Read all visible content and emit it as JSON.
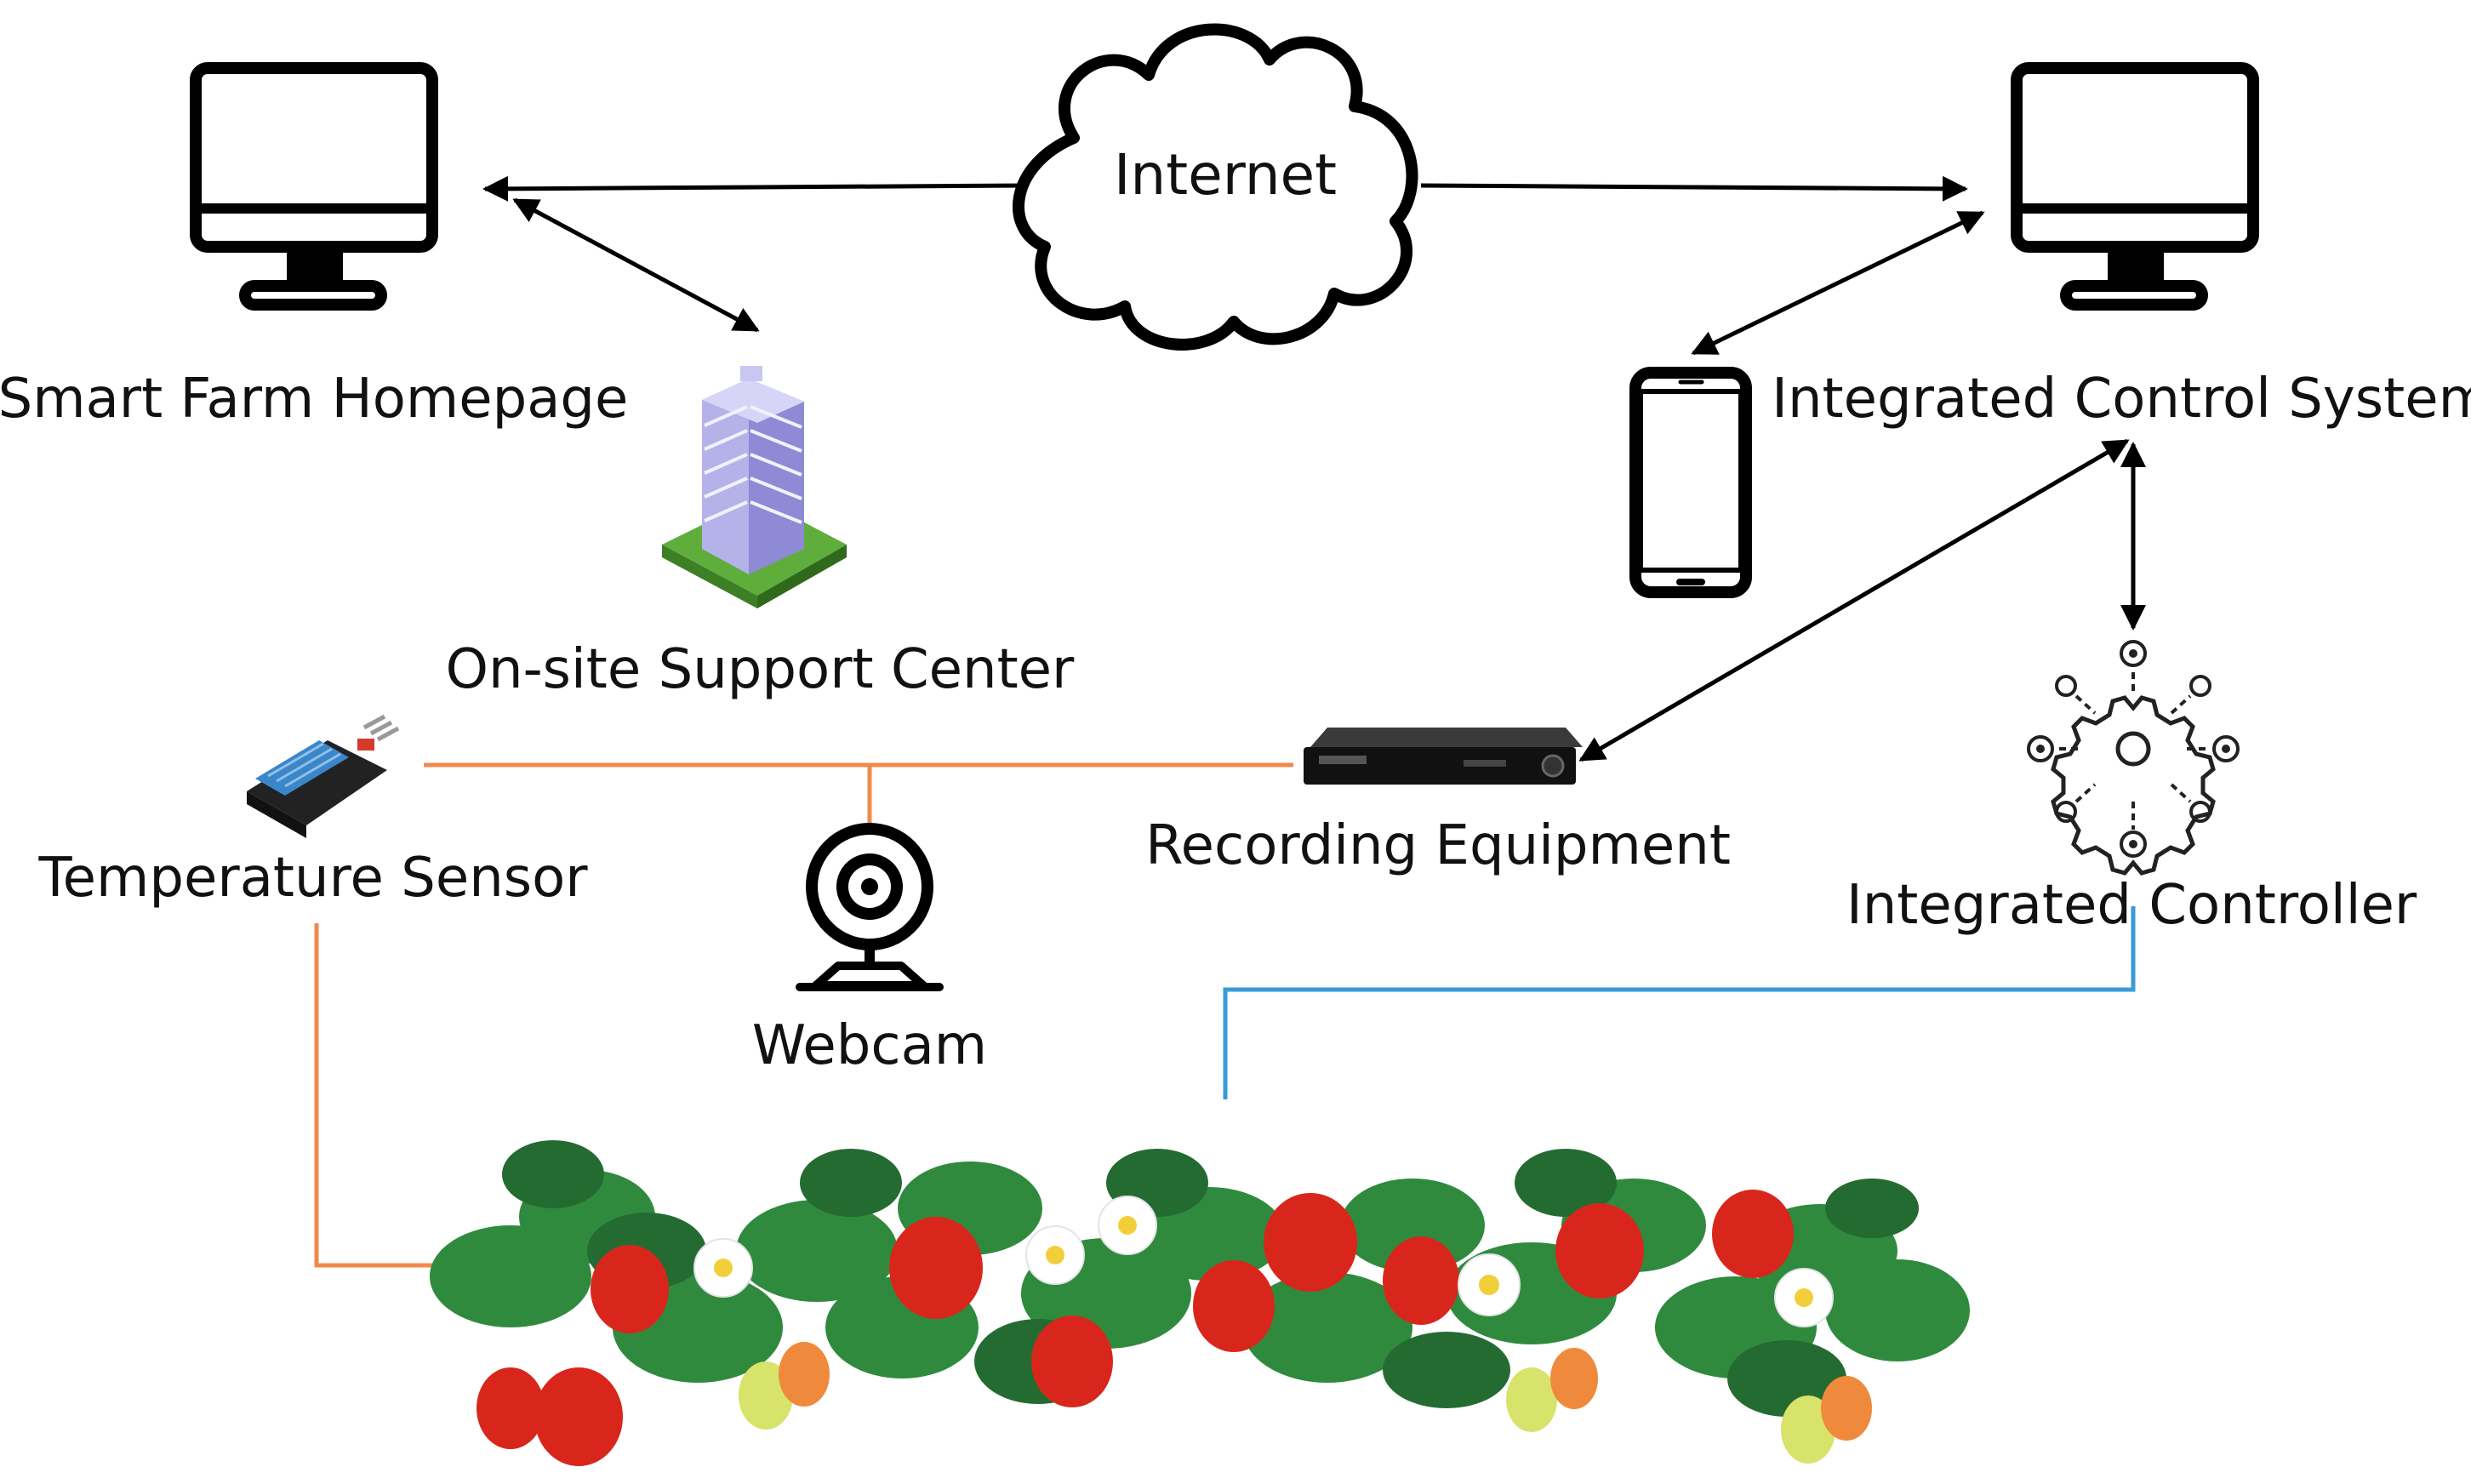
{
  "labels": {
    "internet": "Internet",
    "smart_farm_homepage": "Smart Farm Homepage",
    "integrated_control_system": "Integrated Control System",
    "onsite_support_center": "On-site Support Center",
    "temperature_sensor": "Temperature Sensor",
    "recording_equipment": "Recording Equipment",
    "integrated_controller": "Integrated Controller",
    "webcam": "Webcam"
  },
  "colors": {
    "sensor_link": "#f08a4b",
    "controller_link": "#3a9ad9",
    "arrow": "#000000",
    "leaf": "#2f8a3e",
    "berry": "#d9261c",
    "flower": "#ffffff"
  },
  "icons": [
    "monitor-icon",
    "cloud-icon",
    "building-icon",
    "smartphone-icon",
    "sensor-icon",
    "webcam-icon",
    "dvr-icon",
    "gear-network-icon",
    "strawberry-plants-image"
  ]
}
